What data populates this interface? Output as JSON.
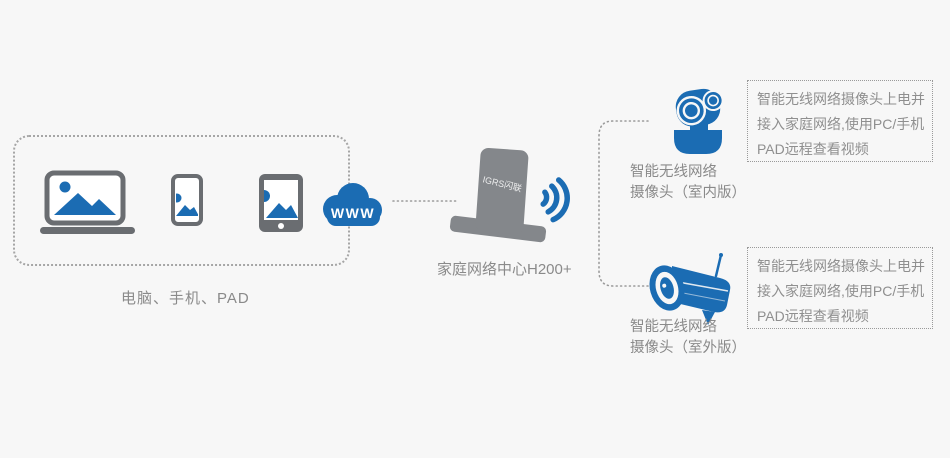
{
  "colors": {
    "accent_blue": "#1b6cb3",
    "device_gray": "#6a6d71",
    "router_gray": "#84878b",
    "text_gray": "#8a8a8a",
    "background": "#f7f7f7"
  },
  "icons": {
    "client_devices": [
      "laptop-icon",
      "phone-icon",
      "tablet-icon"
    ],
    "network": [
      "www-cloud-icon",
      "router-icon",
      "wifi-signal-icon"
    ],
    "cameras": [
      "indoor-camera-icon",
      "outdoor-camera-icon"
    ]
  },
  "clients": {
    "label": "电脑、手机、PAD"
  },
  "cloud": {
    "label": "WWW"
  },
  "router": {
    "logo": "IGRS闪联",
    "label": "家庭网络中心H200+"
  },
  "cameras": {
    "indoor": {
      "label_lines": [
        "智能无线网络",
        "摄像头（室内版）"
      ],
      "note_lines": [
        "智能无线网络摄像头上电并",
        "接入家庭网络,使用PC/手机",
        "PAD远程查看视频"
      ]
    },
    "outdoor": {
      "label_lines": [
        "智能无线网络",
        "摄像头（室外版）"
      ],
      "note_lines": [
        "智能无线网络摄像头上电并",
        "接入家庭网络,使用PC/手机",
        "PAD远程查看视频"
      ]
    }
  }
}
